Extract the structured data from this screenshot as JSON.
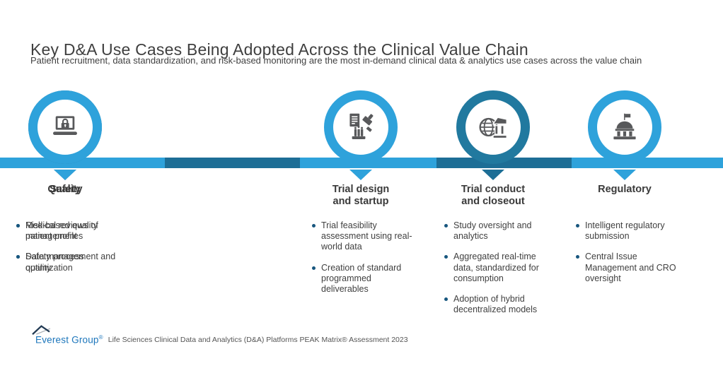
{
  "header": {
    "title": "Key D&A Use Cases Being Adopted Across the Clinical Value Chain",
    "subtitle": "Patient recruitment, data standardization, and risk-based monitoring are the most in-demand clinical data & analytics use cases across the value chain"
  },
  "colors": {
    "light_blue": "#2ea2db",
    "dark_blue": "#1d6e96",
    "ring_dark_blue": "#21799f",
    "icon_gray": "#58595b",
    "bullet_dot_navy": "#17567e",
    "text_dark": "#3f3f3f",
    "brand_blue": "#1b75bb"
  },
  "stages": [
    {
      "label": "Trial design\nand startup",
      "icon": "lab-report-stamp-icon",
      "theme": "light",
      "bullets": [
        "Trial feasibility assessment using real-world data",
        "Creation of standard programmed deliverables"
      ]
    },
    {
      "label": "Trial conduct\nand closeout",
      "icon": "globe-institution-icon",
      "theme": "dark",
      "bullets": [
        "Study oversight and analytics",
        "Aggregated real-time data, standardized for consumption",
        "Adoption of hybrid decentralized models"
      ]
    },
    {
      "label": "Regulatory",
      "icon": "government-building-icon",
      "theme": "light",
      "bullets": [
        "Intelligent regulatory submission",
        "Central Issue Management and CRO oversight"
      ]
    },
    {
      "label": "Quality",
      "icon": "quality-seal-star-icon",
      "theme": "dark",
      "bullets": [
        "Risk-based quality management",
        "Data management and quality"
      ]
    },
    {
      "label": "Safety",
      "icon": "laptop-lock-icon",
      "theme": "light",
      "bullets": [
        "Medical reviews of patient profiles",
        "Safety process optimization"
      ]
    }
  ],
  "footer": {
    "brand": "Everest Group",
    "registered_mark": "®",
    "source_text": "Life Sciences Clinical Data and Analytics (D&A) Platforms PEAK Matrix® Assessment 2023"
  }
}
